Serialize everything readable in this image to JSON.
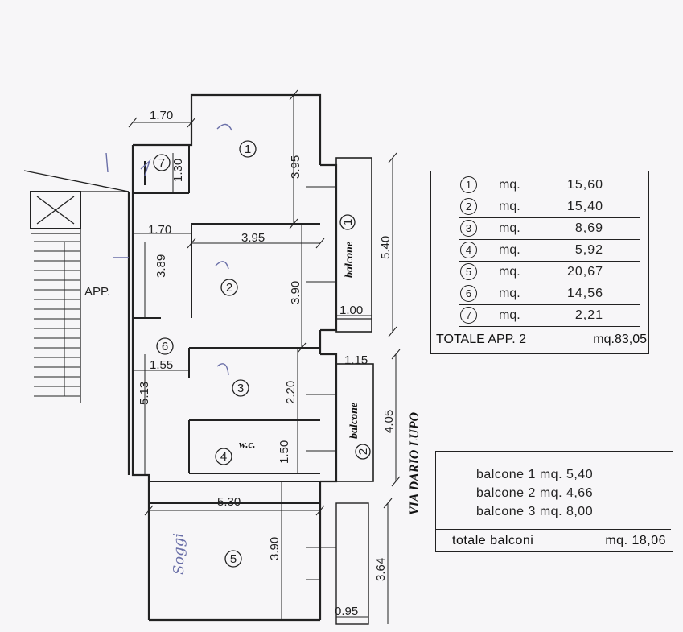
{
  "plan": {
    "street_name": "VIA DARIO LUPO",
    "apartment_label": "APP.",
    "wc_label": "w.c.",
    "balcony_label": "balcone",
    "handwritten_note": "Soggi",
    "room_numbers": [
      "1",
      "2",
      "3",
      "4",
      "5",
      "6",
      "7"
    ],
    "balcony_numbers": [
      "1",
      "2"
    ],
    "dimensions": {
      "d_170_top": "1.70",
      "d_130": "1.30",
      "d_395_room1": "3.95",
      "d_170_mid": "1.70",
      "d_395_room2": "3.95",
      "d_389": "3.89",
      "d_390_room2": "3.90",
      "d_540": "5.40",
      "d_100": "1.00",
      "d_155": "1.55",
      "d_115": "1.15",
      "d_220": "2.20",
      "d_513": "5.13",
      "d_405": "4.05",
      "d_150": "1.50",
      "d_530": "5.30",
      "d_390_room5": "3.90",
      "d_364": "3.64",
      "d_095": "0.95"
    }
  },
  "areas_table": {
    "unit": "mq.",
    "rows": [
      {
        "num": "1",
        "value": "15,60"
      },
      {
        "num": "2",
        "value": "15,40"
      },
      {
        "num": "3",
        "value": "8,69"
      },
      {
        "num": "4",
        "value": "5,92"
      },
      {
        "num": "5",
        "value": "20,67"
      },
      {
        "num": "6",
        "value": "14,56"
      },
      {
        "num": "7",
        "value": "2,21"
      }
    ],
    "total_label": "TOTALE APP. 2",
    "total_value": "mq.83,05"
  },
  "balconies_table": {
    "rows": [
      "balcone 1 mq. 5,40",
      "balcone 2 mq. 4,66",
      "balcone 3 mq. 8,00"
    ],
    "total_label": "totale balconi",
    "total_value": "mq. 18,06"
  }
}
